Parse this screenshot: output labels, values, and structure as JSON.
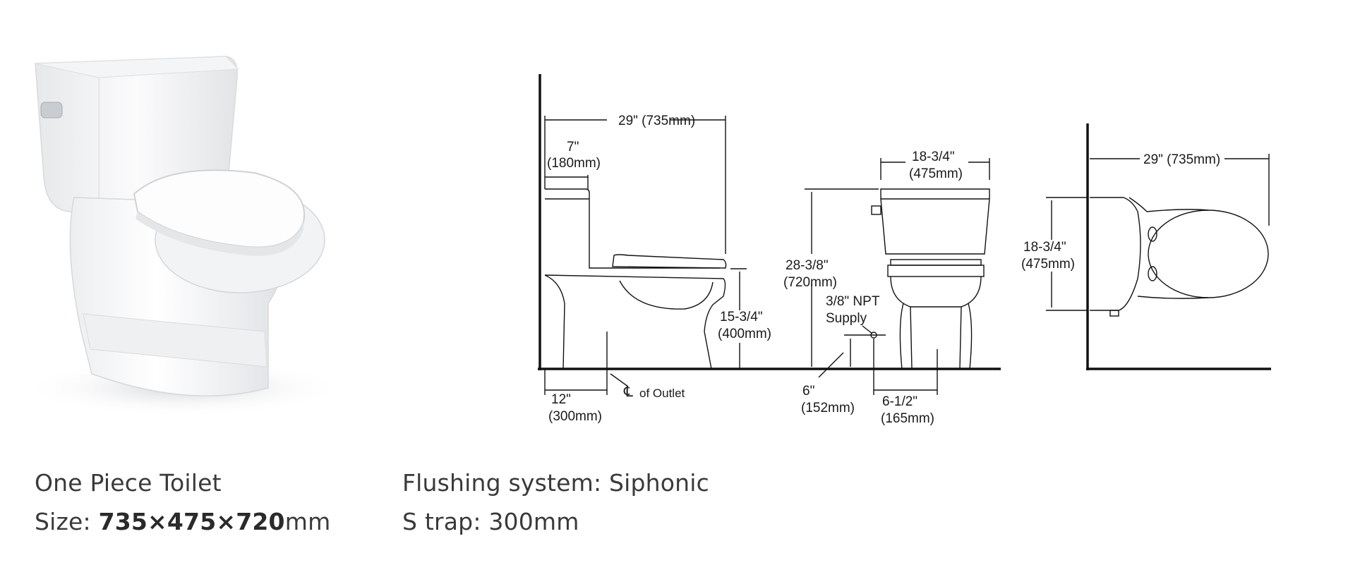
{
  "dimensions": {
    "overall_length": "29\" (735mm)",
    "tank_depth_in": "7\"",
    "tank_depth_mm": "(180mm)",
    "seat_height_in": "15-3/4\"",
    "seat_height_mm": "(400mm)",
    "rough_in_in": "12\"",
    "rough_in_mm": "(300mm)",
    "outlet_label": "of Outlet",
    "overall_width_in": "18-3/4\"",
    "overall_width_mm": "(475mm)",
    "overall_height_in": "28-3/8\"",
    "overall_height_mm": "(720mm)",
    "supply_line1": "3/8\" NPT",
    "supply_line2": "Supply",
    "supply_height_in": "6\"",
    "supply_height_mm": "(152mm)",
    "supply_offset_in": "6-1/2\"",
    "supply_offset_mm": "(165mm)",
    "top_length": "29\" (735mm)",
    "top_width_in": "18-3/4\"",
    "top_width_mm": "(475mm)"
  },
  "specs": {
    "product_name": "One Piece Toilet",
    "size_label": "Size: ",
    "size_value": "735×475×720",
    "size_unit": "mm",
    "flushing": "Flushing system: Siphonic",
    "trap": "S trap: 300mm"
  }
}
